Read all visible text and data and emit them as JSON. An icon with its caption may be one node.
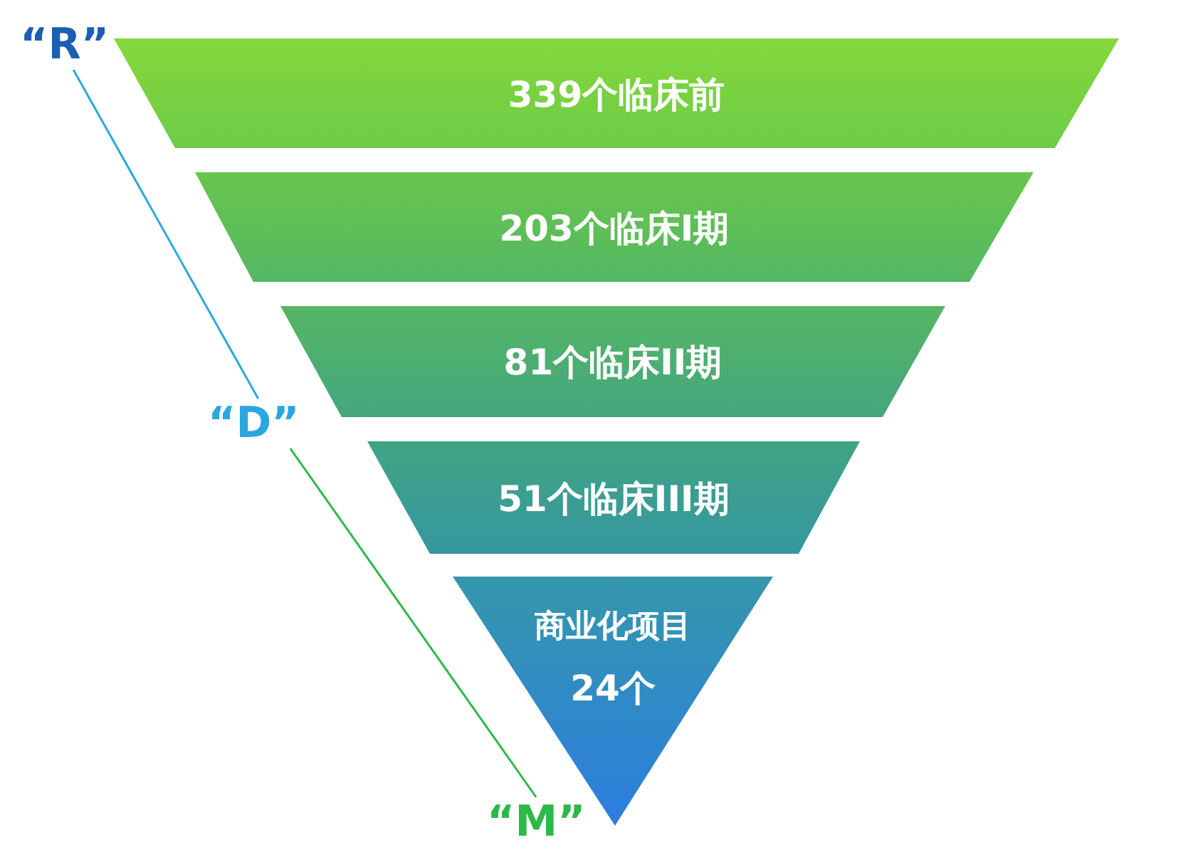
{
  "diagram": {
    "nodes": [
      {
        "text": [
          "339个临床前"
        ]
      },
      {
        "text": [
          "203个临床I期"
        ]
      },
      {
        "text": [
          "81个临床II期"
        ]
      },
      {
        "text": [
          "51个临床III期"
        ]
      },
      {
        "text": [
          "商业化项目",
          "24个"
        ]
      },
      {
        "text": [
          "“R”"
        ]
      },
      {
        "text": [
          "“D”"
        ]
      },
      {
        "text": [
          "“M”"
        ]
      }
    ],
    "edges": [
      {
        "from": 5,
        "to": 6,
        "arrow": "none",
        "color": "#2aa7e0"
      },
      {
        "from": 6,
        "to": 7,
        "arrow": "none",
        "color": "#2db84a"
      }
    ]
  }
}
